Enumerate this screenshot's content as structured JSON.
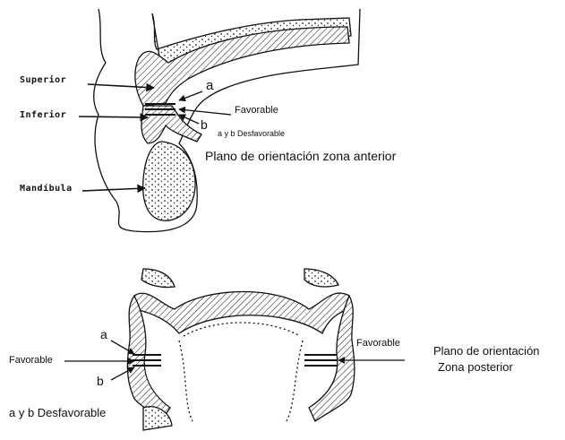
{
  "anterior": {
    "label_superior": "Superior",
    "label_inferior": "Inferior",
    "label_mandibula": "Mandíbula",
    "label_a": "a",
    "label_b": "b",
    "label_favorable": "Favorable",
    "label_desfavorable": "a y b Desfavorable",
    "caption": "Plano de orientación zona anterior"
  },
  "posterior": {
    "label_a": "a",
    "label_b": "b",
    "label_favorable_left": "Favorable",
    "label_favorable_right": "Favorable",
    "label_desfavorable": "a y b Desfavorable",
    "caption_line1": "Plano de orientación",
    "caption_line2": "Zona posterior"
  }
}
